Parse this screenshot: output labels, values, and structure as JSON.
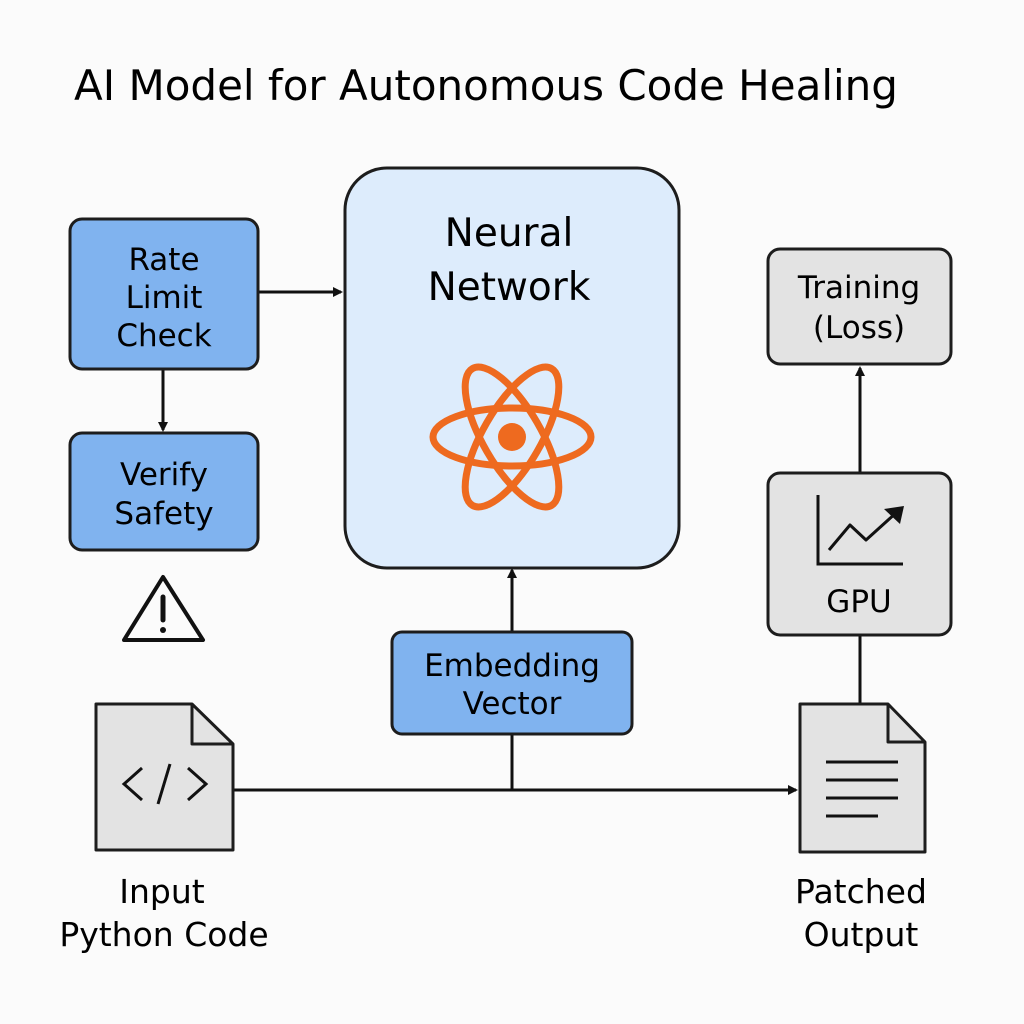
{
  "title": "AI Model for Autonomous Code Healing",
  "nodes": {
    "rate_limit": {
      "lines": [
        "Rate",
        "Limit",
        "Check"
      ]
    },
    "verify": {
      "lines": [
        "Verify",
        "Safety"
      ]
    },
    "neural": {
      "lines": [
        "Neural",
        "Network"
      ],
      "icon": "atom-icon"
    },
    "embedding": {
      "lines": [
        "Embedding",
        "Vector"
      ]
    },
    "training": {
      "lines": [
        "Training",
        "(Loss)"
      ]
    },
    "gpu": {
      "label": "GPU",
      "icon": "line-chart-icon"
    },
    "input": {
      "lines": [
        "Input",
        "Python Code"
      ],
      "icon": "code-file-icon"
    },
    "output": {
      "lines": [
        "Patched",
        "Output"
      ],
      "icon": "text-file-icon"
    },
    "warning": {
      "icon": "warning-icon"
    }
  },
  "edges": [
    {
      "from": "rate_limit",
      "to": "neural"
    },
    {
      "from": "rate_limit",
      "to": "verify"
    },
    {
      "from": "embedding",
      "to": "neural"
    },
    {
      "from": "input",
      "to": "output"
    },
    {
      "from": "output",
      "to": "gpu"
    },
    {
      "from": "gpu",
      "to": "training"
    }
  ],
  "colors": {
    "blue_box": "#80b3ef",
    "light_box": "#ddecfc",
    "gray_box": "#e3e3e3",
    "atom": "#ee6a1f",
    "stroke": "#1d1d1d"
  }
}
